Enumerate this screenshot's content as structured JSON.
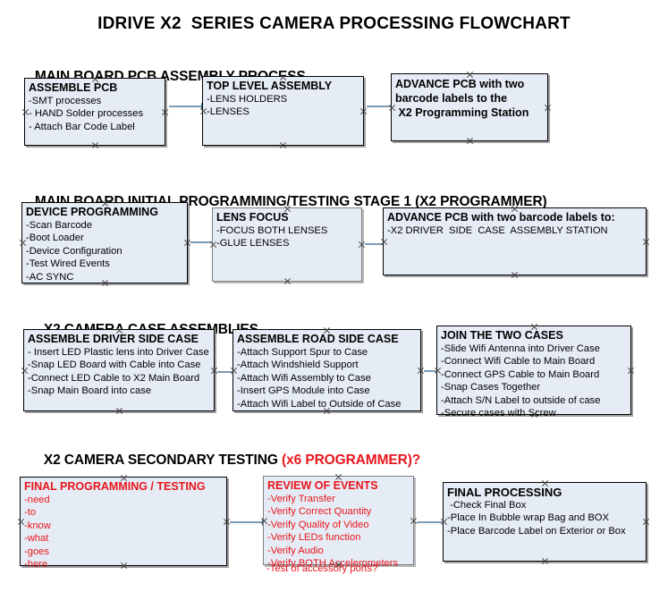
{
  "title": "IDRIVE X2  SERIES CAMERA PROCESSING FLOWCHART",
  "colors": {
    "box_fill": "#e6ecf5",
    "box_border": "#000000",
    "accent_red": "#e8161d",
    "connector": "#7b9bb5",
    "arrowhead": "#3e6f9e",
    "text": "#000000"
  },
  "sections": [
    {
      "heading": "MAIN BOARD PCB ASSEMBLY PROCESS",
      "heading_accent": "",
      "boxes": [
        {
          "title": "ASSEMBLE PCB",
          "lines": [
            "-SMT processes",
            "- HAND Solder processes",
            "- Attach Bar Code Label"
          ]
        },
        {
          "title": "TOP LEVEL ASSEMBLY",
          "lines": [
            "-LENS HOLDERS",
            "-LENSES"
          ]
        },
        {
          "title": "ADVANCE PCB with two",
          "lines": [
            "barcode labels to the",
            " X2 Programming Station"
          ]
        }
      ]
    },
    {
      "heading": "MAIN BOARD INITIAL PROGRAMMING/TESTING STAGE 1 (X2 PROGRAMMER)",
      "heading_accent": "",
      "boxes": [
        {
          "title": "DEVICE PROGRAMMING",
          "lines": [
            "-Scan Barcode",
            "-Boot Loader",
            "-Device Configuration",
            "-Test Wired Events",
            "-AC SYNC"
          ]
        },
        {
          "title": "LENS FOCUS",
          "lines": [
            "-FOCUS BOTH LENSES",
            "-GLUE LENSES"
          ]
        },
        {
          "title": "ADVANCE PCB with two barcode labels to:",
          "lines": [
            "-X2 DRIVER  SIDE  CASE  ASSEMBLY STATION"
          ]
        }
      ]
    },
    {
      "heading": "X2 CAMERA CASE ASSEMBLIES",
      "heading_accent": "",
      "boxes": [
        {
          "title": "ASSEMBLE DRIVER SIDE CASE",
          "lines": [
            "- Insert LED Plastic lens into Driver Case",
            "-Snap LED Board with Cable into Case",
            "-Connect LED Cable to X2 Main Board",
            "-Snap Main Board into case"
          ]
        },
        {
          "title": "ASSEMBLE ROAD SIDE CASE",
          "lines": [
            "-Attach Support Spur to Case",
            "-Attach Windshield Support",
            "-Attach Wifi Assembly to Case",
            "-Insert GPS Module into Case",
            "-Attach Wifi Label to Outside of Case"
          ]
        },
        {
          "title": "JOIN THE TWO CASES",
          "lines": [
            "-Slide Wifi Antenna into Driver Case",
            "-Connect Wifi Cable to Main Board",
            "-Connect GPS Cable to Main Board",
            "-Snap Cases Together",
            "-Attach S/N Label to outside of case",
            "-Secure cases with Screw"
          ]
        }
      ]
    },
    {
      "heading": "X2 CAMERA SECONDARY TESTING ",
      "heading_accent": "(x6 PROGRAMMER)?",
      "boxes": [
        {
          "title": "FINAL PROGRAMMING / TESTING",
          "lines": [
            "-need",
            "-to",
            "-know",
            "-what",
            "-goes",
            "-here"
          ]
        },
        {
          "title": "REVIEW OF EVENTS",
          "lines": [
            "-Verify Transfer",
            "-Verify Correct Quantity",
            "-Verify Quality of Video",
            "-Verify LEDs function",
            "-Verify Audio",
            "-Verify BOTH Accelerometers"
          ],
          "overflow_line": "-Test of accessory ports?"
        },
        {
          "title": "FINAL PROCESSING",
          "lines": [
            " -Check Final Box",
            "-Place In Bubble wrap Bag and BOX",
            "-Place Barcode Label on Exterior or Box"
          ]
        }
      ]
    }
  ]
}
